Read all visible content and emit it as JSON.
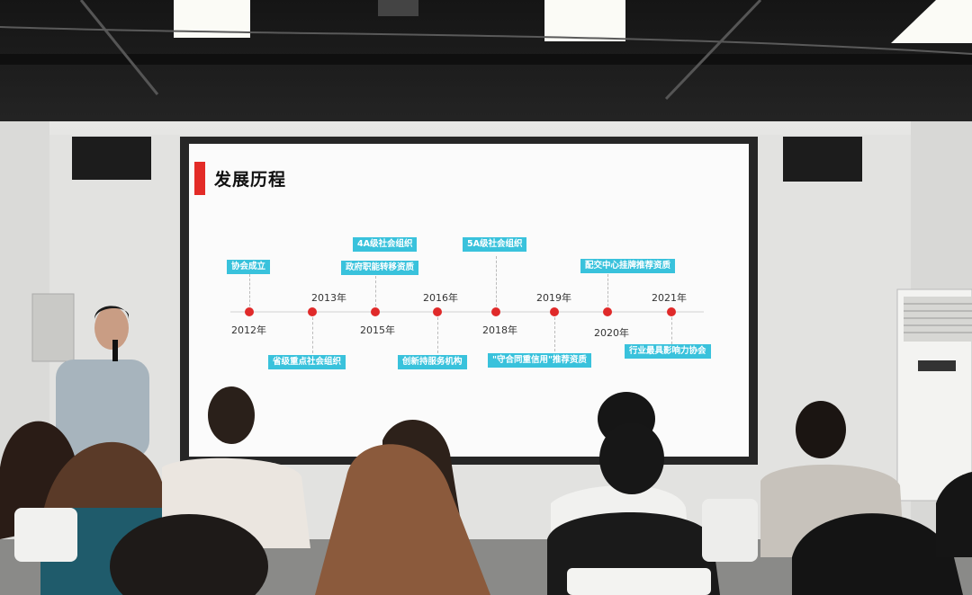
{
  "slide": {
    "title": "发展历程"
  },
  "timeline": {
    "years": [
      "2012年",
      "2013年",
      "2015年",
      "2016年",
      "2018年",
      "2019年",
      "2020年",
      "2021年"
    ],
    "events": [
      {
        "label": "协会成立"
      },
      {
        "label": "省级重点社会组织"
      },
      {
        "label": "4A级社会组织"
      },
      {
        "label": "政府职能转移资质"
      },
      {
        "label": "创新持服务机构"
      },
      {
        "label": "5A级社会组织"
      },
      {
        "label": "\"守合同重信用\"推荐资质"
      },
      {
        "label": "配交中心挂牌推荐资质"
      },
      {
        "label": "行业最具影响力协会"
      }
    ]
  },
  "colors": {
    "accent_red": "#e32b27",
    "tag_cyan": "#39c2dc"
  }
}
